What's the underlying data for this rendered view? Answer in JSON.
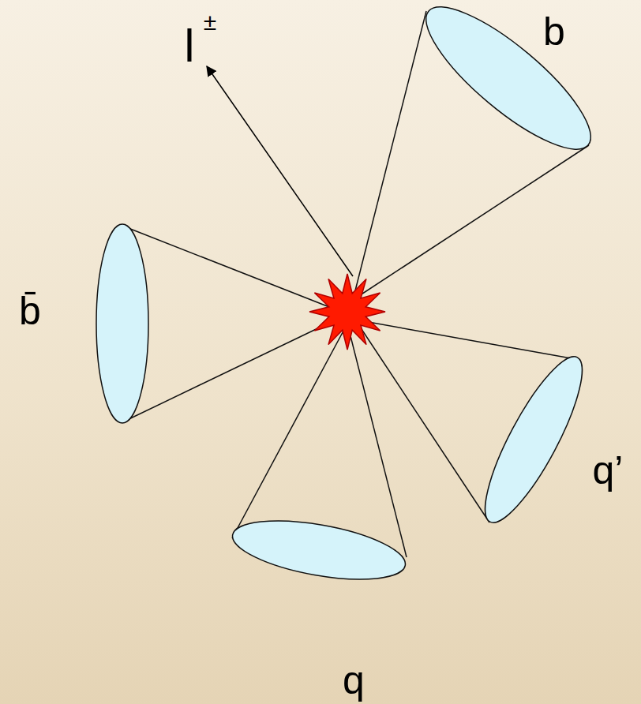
{
  "diagram": {
    "labels": [
      "l",
      "±",
      "b",
      "b̄",
      "q’",
      "q"
    ]
  }
}
